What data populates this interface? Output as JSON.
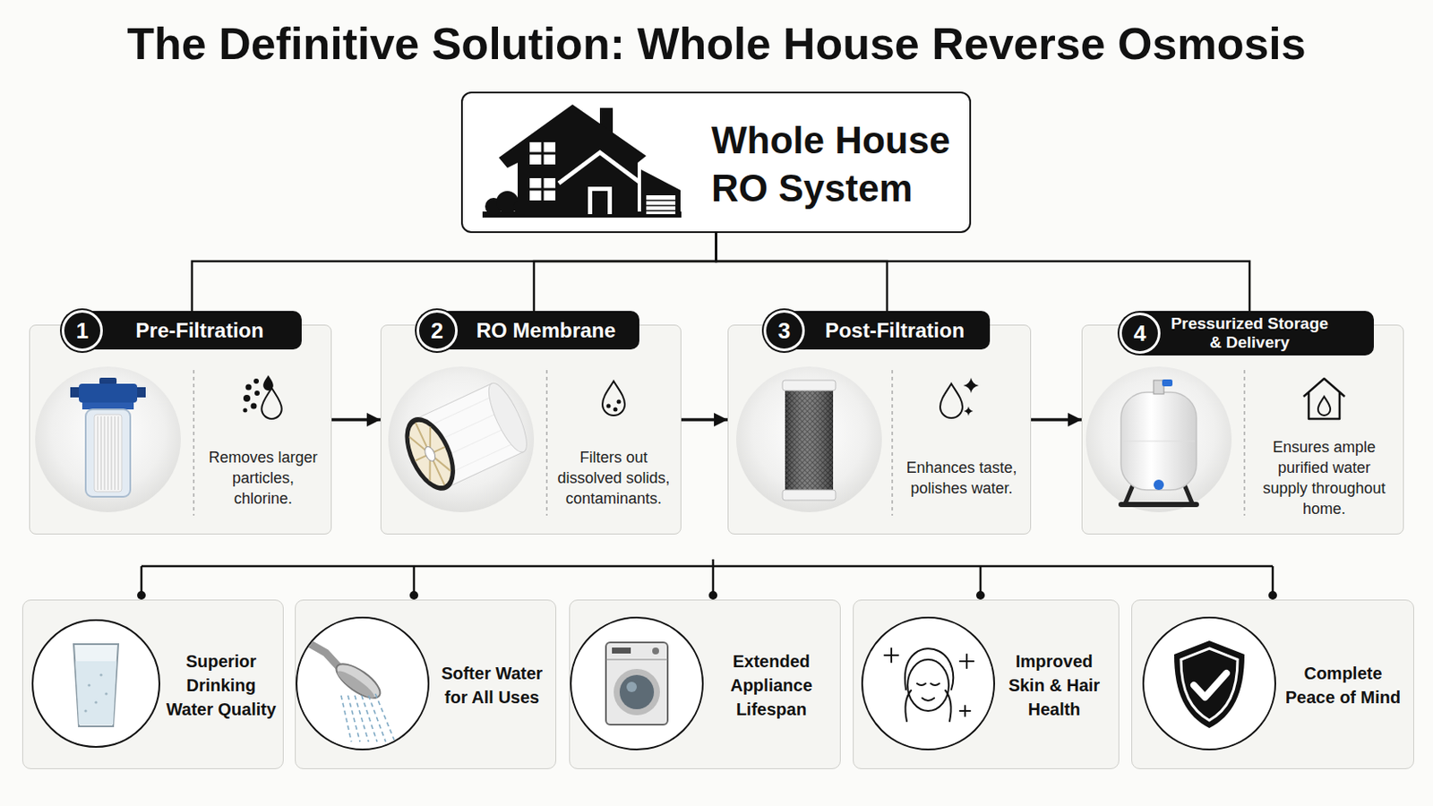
{
  "diagram": {
    "title": "The Definitive Solution: Whole House Reverse Osmosis",
    "nodes": [
      {
        "text": [
          "Whole House RO System"
        ]
      },
      {
        "text": [
          "Pre-Filtration",
          "Removes larger particles, chlorine."
        ]
      },
      {
        "text": [
          "RO Membrane",
          "Filters out dissolved solids, contaminants."
        ]
      },
      {
        "text": [
          "Post-Filtration",
          "Enhances taste, polishes water."
        ]
      },
      {
        "text": [
          "Pressurized Storage & Delivery",
          "Ensures ample purified water supply throughout home."
        ]
      },
      {
        "text": [
          "Superior Drinking Water Quality"
        ]
      },
      {
        "text": [
          "Softer Water for All Uses"
        ]
      },
      {
        "text": [
          "Extended Appliance Lifespan"
        ]
      },
      {
        "text": [
          "Improved Skin & Hair Health"
        ]
      },
      {
        "text": [
          "Complete Peace of Mind"
        ]
      }
    ],
    "edges": [
      {
        "from": 0,
        "to": 1,
        "arrow": "none"
      },
      {
        "from": 0,
        "to": 2,
        "arrow": "none"
      },
      {
        "from": 0,
        "to": 3,
        "arrow": "none"
      },
      {
        "from": 0,
        "to": 4,
        "arrow": "none"
      },
      {
        "from": 1,
        "to": 2,
        "arrow": "to"
      },
      {
        "from": 2,
        "to": 3,
        "arrow": "to"
      },
      {
        "from": 3,
        "to": 4,
        "arrow": "to"
      }
    ],
    "labels": [
      "1",
      "2",
      "3",
      "4"
    ]
  }
}
